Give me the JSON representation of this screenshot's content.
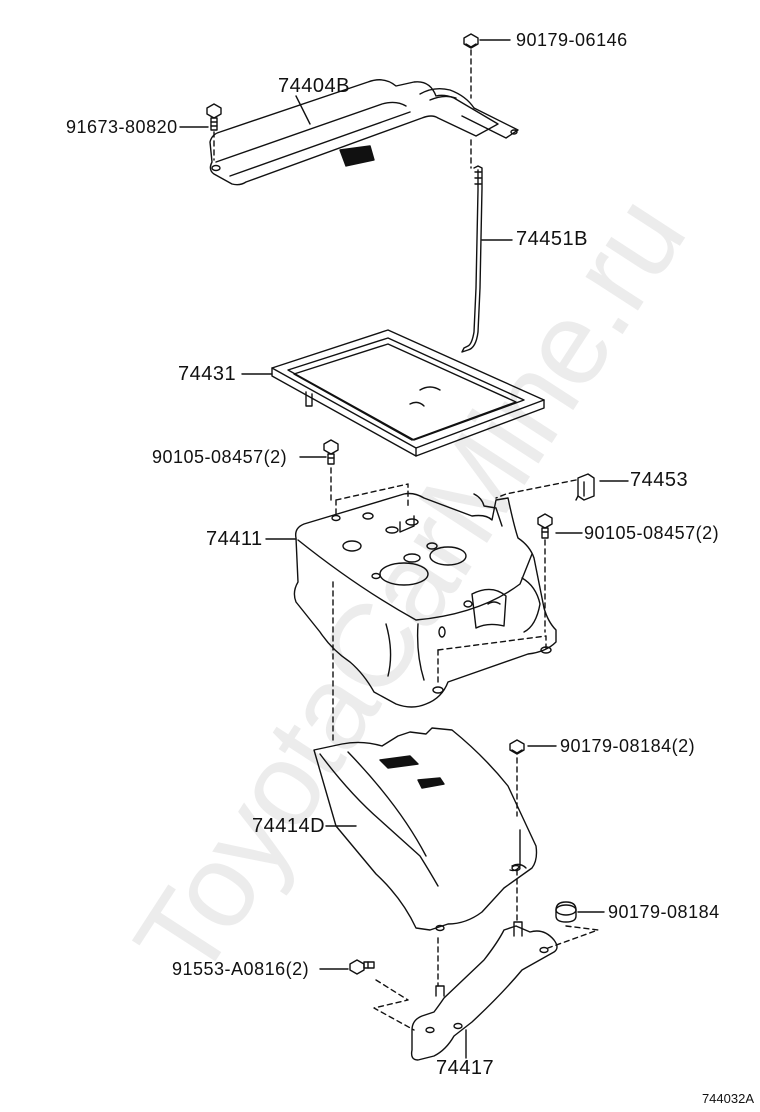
{
  "watermark": "ToyotaCarMine.ru",
  "figure_code": "744032A",
  "labels": {
    "p_90179_06146": "90179-06146",
    "p_74404B": "74404B",
    "p_91673_80820": "91673-80820",
    "p_74451B": "74451B",
    "p_74431": "74431",
    "p_90105_08457_left": "90105-08457(2)",
    "p_74453": "74453",
    "p_74411": "74411",
    "p_90105_08457_right": "90105-08457(2)",
    "p_90179_08184_2": "90179-08184(2)",
    "p_74414D": "74414D",
    "p_90179_08184": "90179-08184",
    "p_91553_A0816": "91553-A0816(2)",
    "p_74417": "74417"
  }
}
